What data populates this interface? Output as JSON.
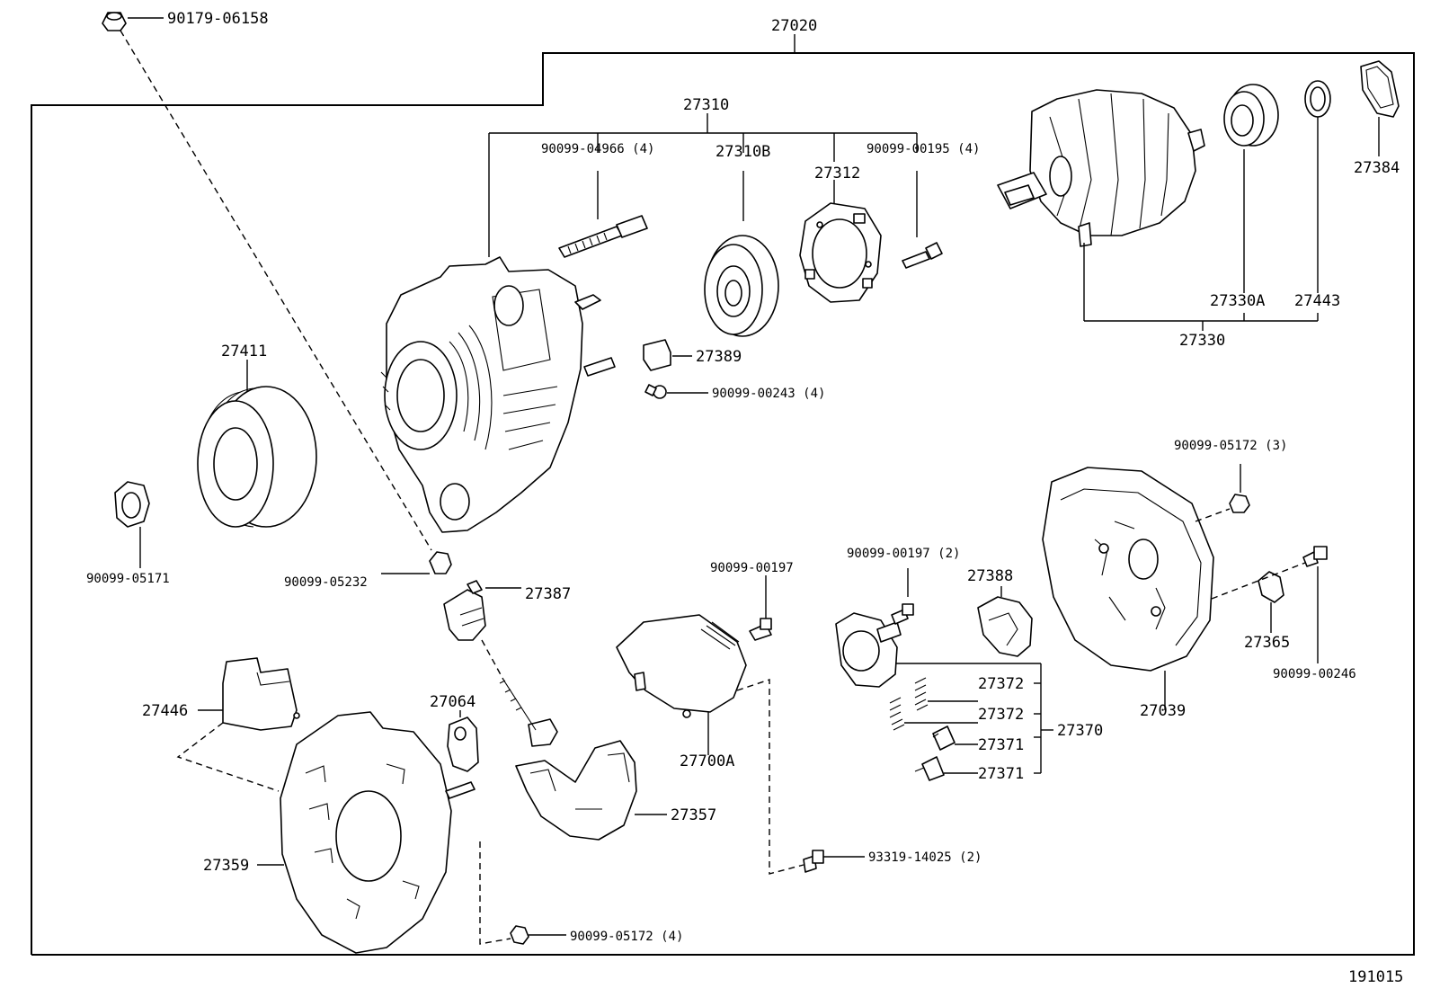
{
  "diagram_id": "191015",
  "assembly": {
    "main": "27020",
    "drive_end_frame": "27310",
    "rotor": "27330",
    "brush_holder": "27370"
  },
  "labels": {
    "p_90179_06158": "90179-06158",
    "p_27020": "27020",
    "p_27310": "27310",
    "p_90099_04966": "90099-04966 (4)",
    "p_27310B": "27310B",
    "p_27312": "27312",
    "p_90099_00195": "90099-00195 (4)",
    "p_27384": "27384",
    "p_27330A": "27330A",
    "p_27443": "27443",
    "p_27330": "27330",
    "p_27411": "27411",
    "p_27389": "27389",
    "p_90099_00243": "90099-00243 (4)",
    "p_90099_05171": "90099-05171",
    "p_90099_05232": "90099-05232",
    "p_27387": "27387",
    "p_90099_05172_3": "90099-05172 (3)",
    "p_90099_00197": "90099-00197",
    "p_90099_00197_2": "90099-00197 (2)",
    "p_27388": "27388",
    "p_27365": "27365",
    "p_90099_00246": "90099-00246",
    "p_27039": "27039",
    "p_27372_a": "27372",
    "p_27372_b": "27372",
    "p_27371_a": "27371",
    "p_27371_b": "27371",
    "p_27370": "27370",
    "p_27446": "27446",
    "p_27064": "27064",
    "p_27700A": "27700A",
    "p_27357": "27357",
    "p_27359": "27359",
    "p_93319_14025": "93319-14025 (2)",
    "p_90099_05172_4": "90099-05172 (4)",
    "footer_code": "191015"
  }
}
